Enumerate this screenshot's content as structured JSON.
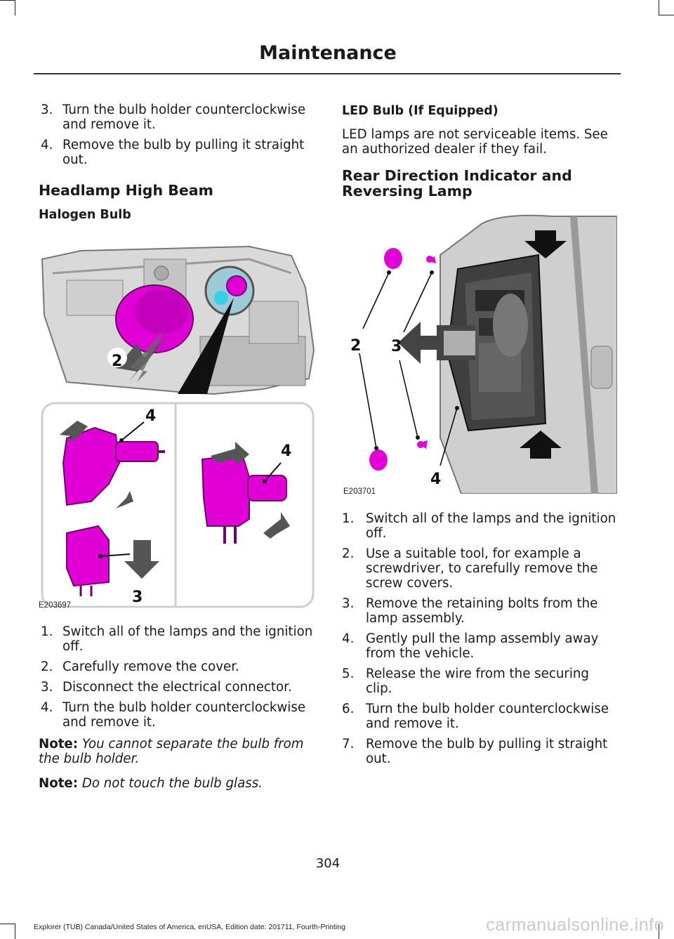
{
  "header": {
    "title": "Maintenance"
  },
  "left_column": {
    "steps_intro": [
      {
        "num": "3.",
        "text": "Turn the bulb holder counterclockwise and remove it."
      },
      {
        "num": "4.",
        "text": "Remove the bulb by pulling it straight out."
      }
    ],
    "heading": "Headlamp High Beam",
    "subheading": "Halogen Bulb",
    "figure": {
      "code": "E203697",
      "callouts": [
        "2",
        "4",
        "4",
        "3"
      ]
    },
    "steps": [
      {
        "num": "1.",
        "text": "Switch all of the lamps and the ignition off."
      },
      {
        "num": "2.",
        "text": "Carefully remove the cover."
      },
      {
        "num": "3.",
        "text": "Disconnect the electrical connector."
      },
      {
        "num": "4.",
        "text": "Turn the bulb holder counterclockwise and remove it."
      }
    ],
    "notes": [
      {
        "label": "Note:",
        "text": "You cannot separate the bulb from the bulb holder."
      },
      {
        "label": "Note:",
        "text": "Do not touch the bulb glass."
      }
    ]
  },
  "right_column": {
    "led_heading": "LED Bulb (If Equipped)",
    "led_text": "LED lamps are not serviceable items.  See an authorized dealer if they fail.",
    "heading": "Rear Direction Indicator and Reversing Lamp",
    "figure": {
      "code": "E203701",
      "callouts": [
        "2",
        "3",
        "4"
      ]
    },
    "steps": [
      {
        "num": "1.",
        "text": "Switch all of the lamps and the ignition off."
      },
      {
        "num": "2.",
        "text": "Use a suitable tool, for example a screwdriver, to carefully remove the screw covers."
      },
      {
        "num": "3.",
        "text": "Remove the retaining bolts from the lamp assembly."
      },
      {
        "num": "4.",
        "text": "Gently pull the lamp assembly away from the vehicle."
      },
      {
        "num": "5.",
        "text": "Release the wire from the securing clip."
      },
      {
        "num": "6.",
        "text": "Turn the bulb holder counterclockwise and remove it."
      },
      {
        "num": "7.",
        "text": "Remove the bulb by pulling it straight out."
      }
    ]
  },
  "footer": {
    "page_number": "304",
    "edition": "Explorer (TUB) Canada/United States of America, enUSA, Edition date: 201711, Fourth-Printing",
    "watermark": "carmanualsonline.info"
  },
  "colors": {
    "accent": "#e000d6",
    "ink": "#1a1a1a"
  }
}
